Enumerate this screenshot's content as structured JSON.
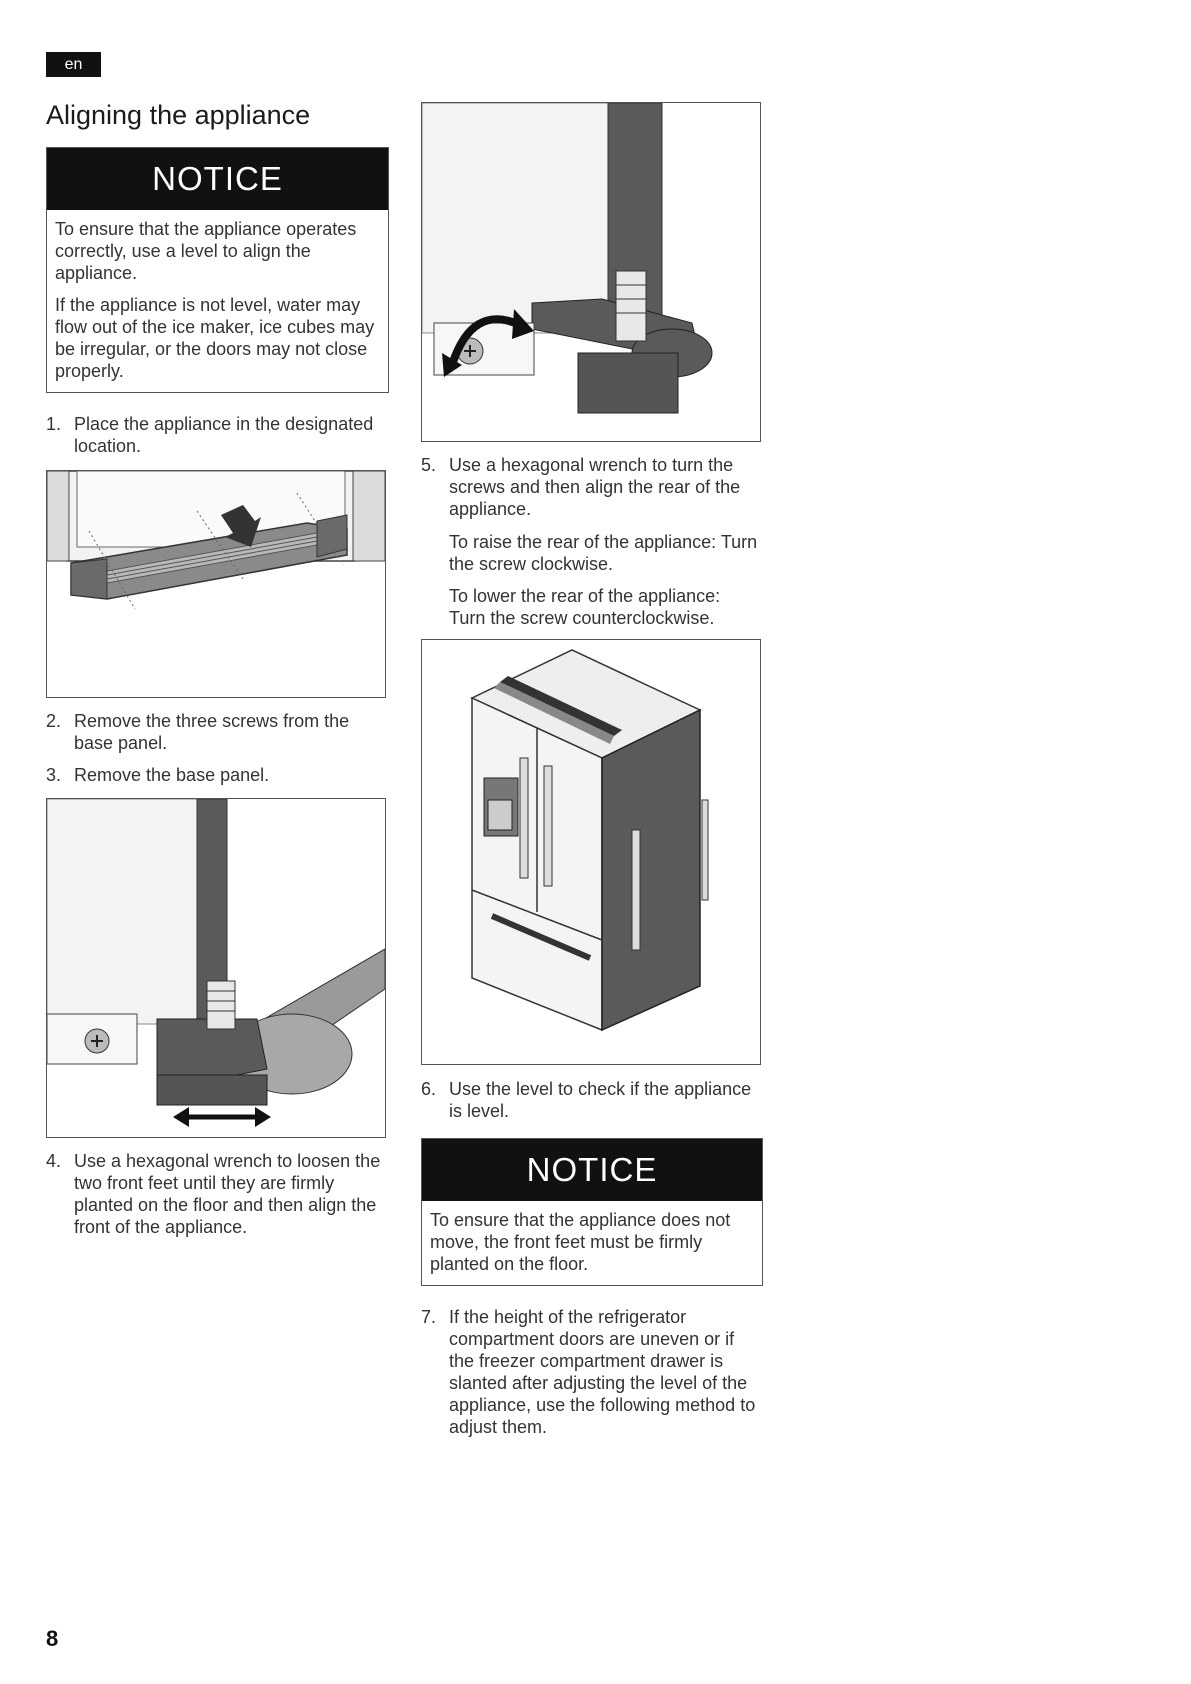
{
  "header": {
    "language": "en",
    "title": "Aligning the appliance"
  },
  "notice1": {
    "heading": "NOTICE",
    "paragraphs": [
      "To ensure that the appliance operates correctly, use a level to align the appliance.",
      "If the appliance is not level, water may flow out of the ice maker, ice cubes may be irregular, or the doors may not close properly."
    ]
  },
  "steps": [
    {
      "num": "1.",
      "text": "Place the appliance in the designated location."
    },
    {
      "num": "2.",
      "text": "Remove the three screws from the base panel."
    },
    {
      "num": "3.",
      "text": "Remove the base panel."
    },
    {
      "num": "4.",
      "text": "Use a hexagonal wrench to loosen the two front feet until they are firmly planted on the floor and then align the front of the appliance."
    },
    {
      "num": "5.",
      "text": "Use a hexagonal wrench to turn the screws and then align the rear of the appliance.",
      "sub": [
        "To raise the rear of the appliance: Turn the screw clockwise.",
        "To lower the rear of the appliance: Turn the screw counterclockwise."
      ]
    },
    {
      "num": "6.",
      "text": "Use the level to check if the appliance is level."
    },
    {
      "num": "7.",
      "text": "If the height of the refrigerator compartment doors are uneven or if the freezer compartment drawer is slanted after adjusting the level of the appliance, use the following method to adjust them."
    }
  ],
  "notice2": {
    "heading": "NOTICE",
    "paragraphs": [
      "To ensure that the appliance does not move, the front feet must be firmly planted on the floor."
    ]
  },
  "footer": {
    "page_number": "8"
  },
  "colors": {
    "ink": "#2a2a2a",
    "notice_bg": "#111111",
    "fill_gray": "#5a5a5a"
  }
}
